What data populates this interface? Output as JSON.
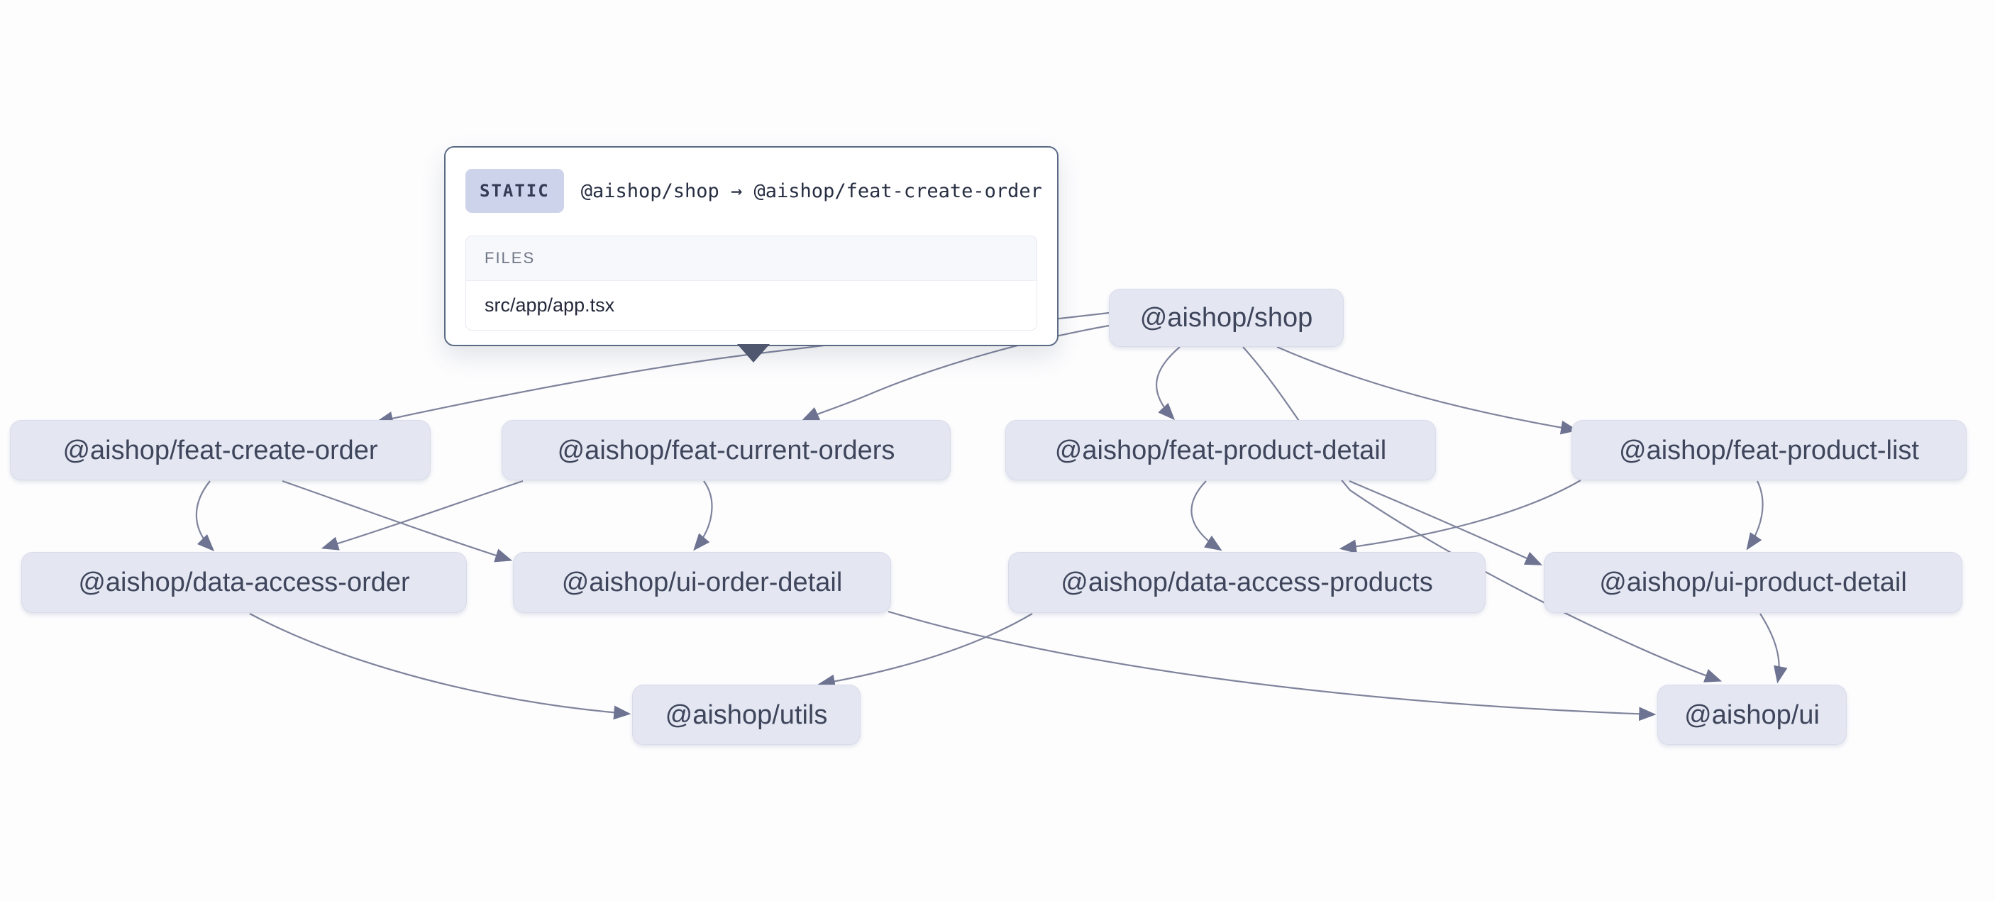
{
  "graph": {
    "title": "project dependency graph",
    "background": "#fdfdfe"
  },
  "colors": {
    "node_fill": "#e4e7f2",
    "node_text": "#3f465c",
    "edge_stroke": "#7f849c",
    "arrowhead": "#6d7390",
    "tooltip_border": "#5b6a84",
    "tooltip_caret": "#4f576f",
    "badge_bg": "#cdd3ea",
    "badge_text": "#333b55",
    "files_header_text": "#6f7687",
    "file_text": "#23283a"
  },
  "tooltip": {
    "badge": "STATIC",
    "edge_label": "@aishop/shop → @aishop/feat-create-order",
    "files_header": "FILES",
    "files": [
      "src/app/app.tsx"
    ]
  },
  "nodes": [
    {
      "id": "shop",
      "label": "@aishop/shop"
    },
    {
      "id": "feat-create-order",
      "label": "@aishop/feat-create-order"
    },
    {
      "id": "feat-current-orders",
      "label": "@aishop/feat-current-orders"
    },
    {
      "id": "feat-product-detail",
      "label": "@aishop/feat-product-detail"
    },
    {
      "id": "feat-product-list",
      "label": "@aishop/feat-product-list"
    },
    {
      "id": "data-access-order",
      "label": "@aishop/data-access-order"
    },
    {
      "id": "ui-order-detail",
      "label": "@aishop/ui-order-detail"
    },
    {
      "id": "data-access-products",
      "label": "@aishop/data-access-products"
    },
    {
      "id": "ui-product-detail",
      "label": "@aishop/ui-product-detail"
    },
    {
      "id": "utils",
      "label": "@aishop/utils"
    },
    {
      "id": "ui",
      "label": "@aishop/ui"
    }
  ],
  "edges": [
    {
      "source": "shop",
      "target": "feat-create-order",
      "type": "static",
      "hovered": true
    },
    {
      "source": "shop",
      "target": "feat-current-orders",
      "type": "static"
    },
    {
      "source": "shop",
      "target": "feat-product-detail",
      "type": "static"
    },
    {
      "source": "shop",
      "target": "feat-product-list",
      "type": "static"
    },
    {
      "source": "shop",
      "target": "ui",
      "type": "static"
    },
    {
      "source": "feat-create-order",
      "target": "data-access-order",
      "type": "static"
    },
    {
      "source": "feat-create-order",
      "target": "ui-order-detail",
      "type": "static"
    },
    {
      "source": "feat-current-orders",
      "target": "data-access-order",
      "type": "static"
    },
    {
      "source": "feat-current-orders",
      "target": "ui-order-detail",
      "type": "static"
    },
    {
      "source": "feat-product-detail",
      "target": "data-access-products",
      "type": "static"
    },
    {
      "source": "feat-product-detail",
      "target": "ui-product-detail",
      "type": "static"
    },
    {
      "source": "feat-product-list",
      "target": "data-access-products",
      "type": "static"
    },
    {
      "source": "feat-product-list",
      "target": "ui-product-detail",
      "type": "static"
    },
    {
      "source": "data-access-order",
      "target": "utils",
      "type": "static"
    },
    {
      "source": "data-access-products",
      "target": "utils",
      "type": "static"
    },
    {
      "source": "ui-order-detail",
      "target": "ui",
      "type": "static"
    },
    {
      "source": "ui-product-detail",
      "target": "ui",
      "type": "static"
    }
  ]
}
